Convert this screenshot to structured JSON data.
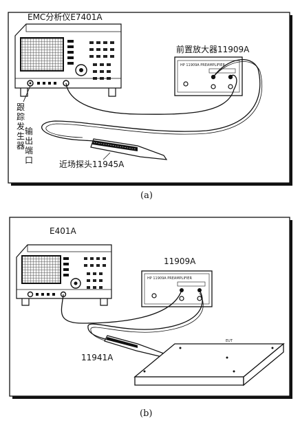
{
  "panel_a": {
    "analyzer_label": "EMC分析仪E7401A",
    "preamp_label": "前置放大器11909A",
    "port_label_chars": [
      "跟",
      "踪",
      "发",
      "生",
      "器",
      "输",
      "出",
      "端",
      "口"
    ],
    "probe_label": "近场探头11945A",
    "caption": "(a)"
  },
  "panel_b": {
    "analyzer_label": "E401A",
    "preamp_label": "11909A",
    "probe_label": "11941A",
    "eut_label": "EUT",
    "caption": "(b)"
  }
}
